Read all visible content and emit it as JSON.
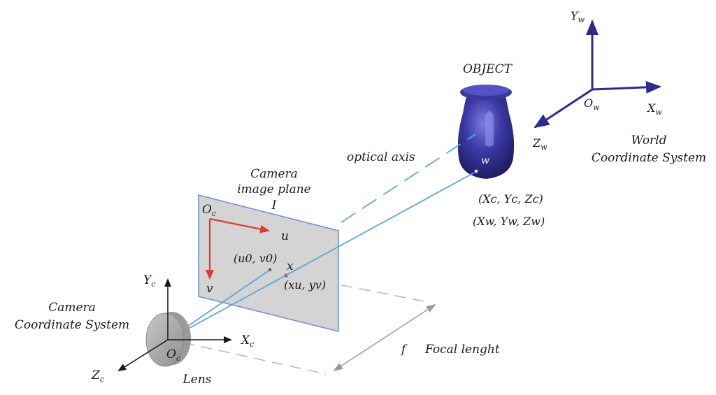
{
  "labels": {
    "object": "OBJECT",
    "optical_axis": "optical axis",
    "image_plane_line1": "Camera",
    "image_plane_line2": "image plane",
    "image_plane_symbol": "I",
    "world_system_line1": "World",
    "world_system_line2": "Coordinate System",
    "camera_system_line1": "Camera",
    "camera_system_line2": "Coordinate System",
    "lens": "Lens",
    "focal_symbol": "f",
    "focal_text": "Focal lenght",
    "point_w": "w",
    "point_x": "x",
    "axis_u": "u",
    "axis_v": "v"
  },
  "world_axes": {
    "yw": "Y",
    "yw_sub": "w",
    "xw": "X",
    "xw_sub": "w",
    "zw": "Z",
    "zw_sub": "w",
    "ow": "O",
    "ow_sub": "w"
  },
  "camera_axes": {
    "yc": "Y",
    "yc_sub": "c",
    "xc": "X",
    "xc_sub": "c",
    "zc": "Z",
    "zc_sub": "c",
    "oc": "O",
    "oc_sub": "c"
  },
  "image_plane": {
    "origin": "O",
    "origin_sub": "c",
    "principal_point": "(u0, v0)",
    "projected_point": "(xu, yv)"
  },
  "coordinates": {
    "camera": "(Xc, Yc, Zc)",
    "world": "(Xw, Yw, Zw)"
  },
  "colors": {
    "world_axis": "#2b2b8c",
    "object": "#2c2a8a",
    "ray": "#5aa7dd",
    "image_axis": "#e03b2a",
    "plane_fill": "#d4d4d4",
    "plane_edge": "#6a8fd0",
    "dashed": "#b5b5b5",
    "lens": "#a9a9a9"
  }
}
